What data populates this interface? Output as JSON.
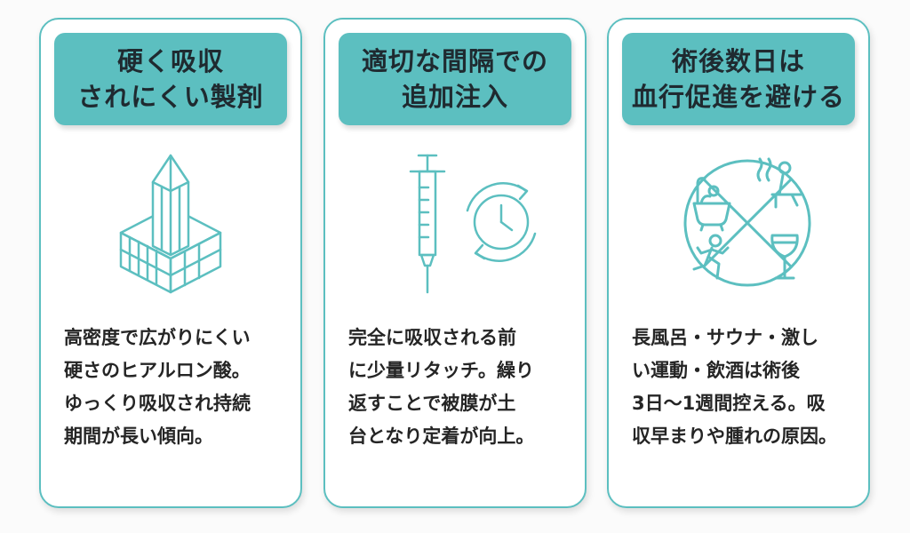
{
  "colors": {
    "accent": "#5cbfc0",
    "text": "#252525"
  },
  "cards": [
    {
      "title_lines": [
        "硬く吸収",
        "されにくい製剤"
      ],
      "icon": "isometric-crystal-block-icon",
      "desc_lines": [
        "高密度で広がりにくい",
        "硬さのヒアルロン酸。",
        "ゆっくり吸収され持続",
        "期間が長い傾向。"
      ]
    },
    {
      "title_lines": [
        "適切な間隔での",
        "追加注入"
      ],
      "icon": "syringe-and-cycle-clock-icon",
      "desc_lines": [
        "完全に吸収される前",
        "に少量リタッチ。繰り",
        "返すことで被膜が土",
        "台となり定着が向上。"
      ]
    },
    {
      "title_lines": [
        "術後数日は",
        "血行促進を避ける"
      ],
      "icon": "prohibited-activities-icon",
      "desc_lines": [
        "長風呂・サウナ・激し",
        "い運動・飲酒は術後",
        "3日〜1週間控える。吸",
        "収早まりや腫れの原因。"
      ]
    }
  ]
}
